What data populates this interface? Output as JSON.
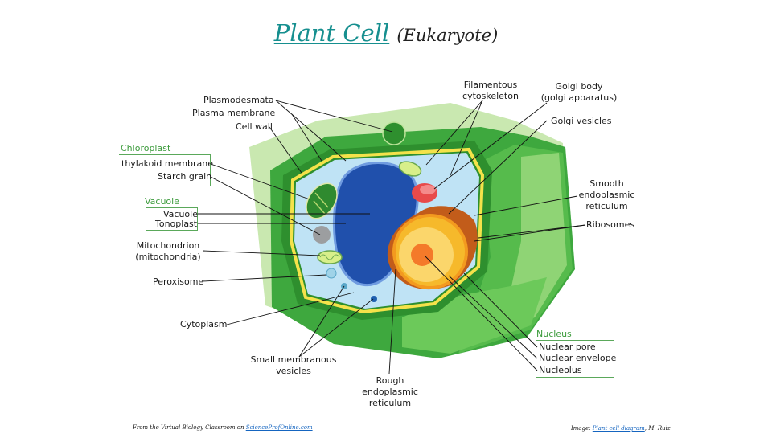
{
  "title": {
    "main": "Plant Cell",
    "sub": "(Eukaryote)"
  },
  "labels": {
    "plasmodesmata": "Plasmodesmata",
    "plasma_membrane": "Plasma membrane",
    "cell_wall": "Cell wall",
    "chloroplast_group": "Chloroplast",
    "thylakoid": "thylakoid membrane",
    "starch": "Starch grain",
    "vacuole_group": "Vacuole",
    "vacuole": "Vacuole",
    "tonoplast": "Tonoplast",
    "mito_1": "Mitochondrion",
    "mito_2": "(mitochondria)",
    "peroxisome": "Peroxisome",
    "cytoplasm": "Cytoplasm",
    "small_ves_1": "Small membranous",
    "small_ves_2": "vesicles",
    "rough_1": "Rough",
    "rough_2": "endoplasmic",
    "rough_3": "reticulum",
    "filament_1": "Filamentous",
    "filament_2": "cytoskeleton",
    "golgi_body_1": "Golgi body",
    "golgi_body_2": "(golgi apparatus)",
    "golgi_ves": "Golgi vesicles",
    "smooth_1": "Smooth",
    "smooth_2": "endoplasmic",
    "smooth_3": "reticulum",
    "ribosomes": "Ribosomes",
    "nucleus_group": "Nucleus",
    "nuclear_pore": "Nuclear pore",
    "nuclear_env": "Nuclear envelope",
    "nucleolus": "Nucleolus"
  },
  "footer": {
    "left_text": "From the Virtual Biology Classroom on ",
    "left_link": "ScienceProfOnline.com",
    "right_text": "Image: ",
    "right_link": "Plant cell diagram",
    "right_author": ", M. Ruiz"
  },
  "colors": {
    "title": "#168f8f",
    "group_label": "#3c9b3c",
    "cell_wall": "#3aa03a",
    "cytoplasm": "#bfe3f5",
    "vacuole": "#1f4fa8",
    "nucleus": "#f2a21f"
  }
}
